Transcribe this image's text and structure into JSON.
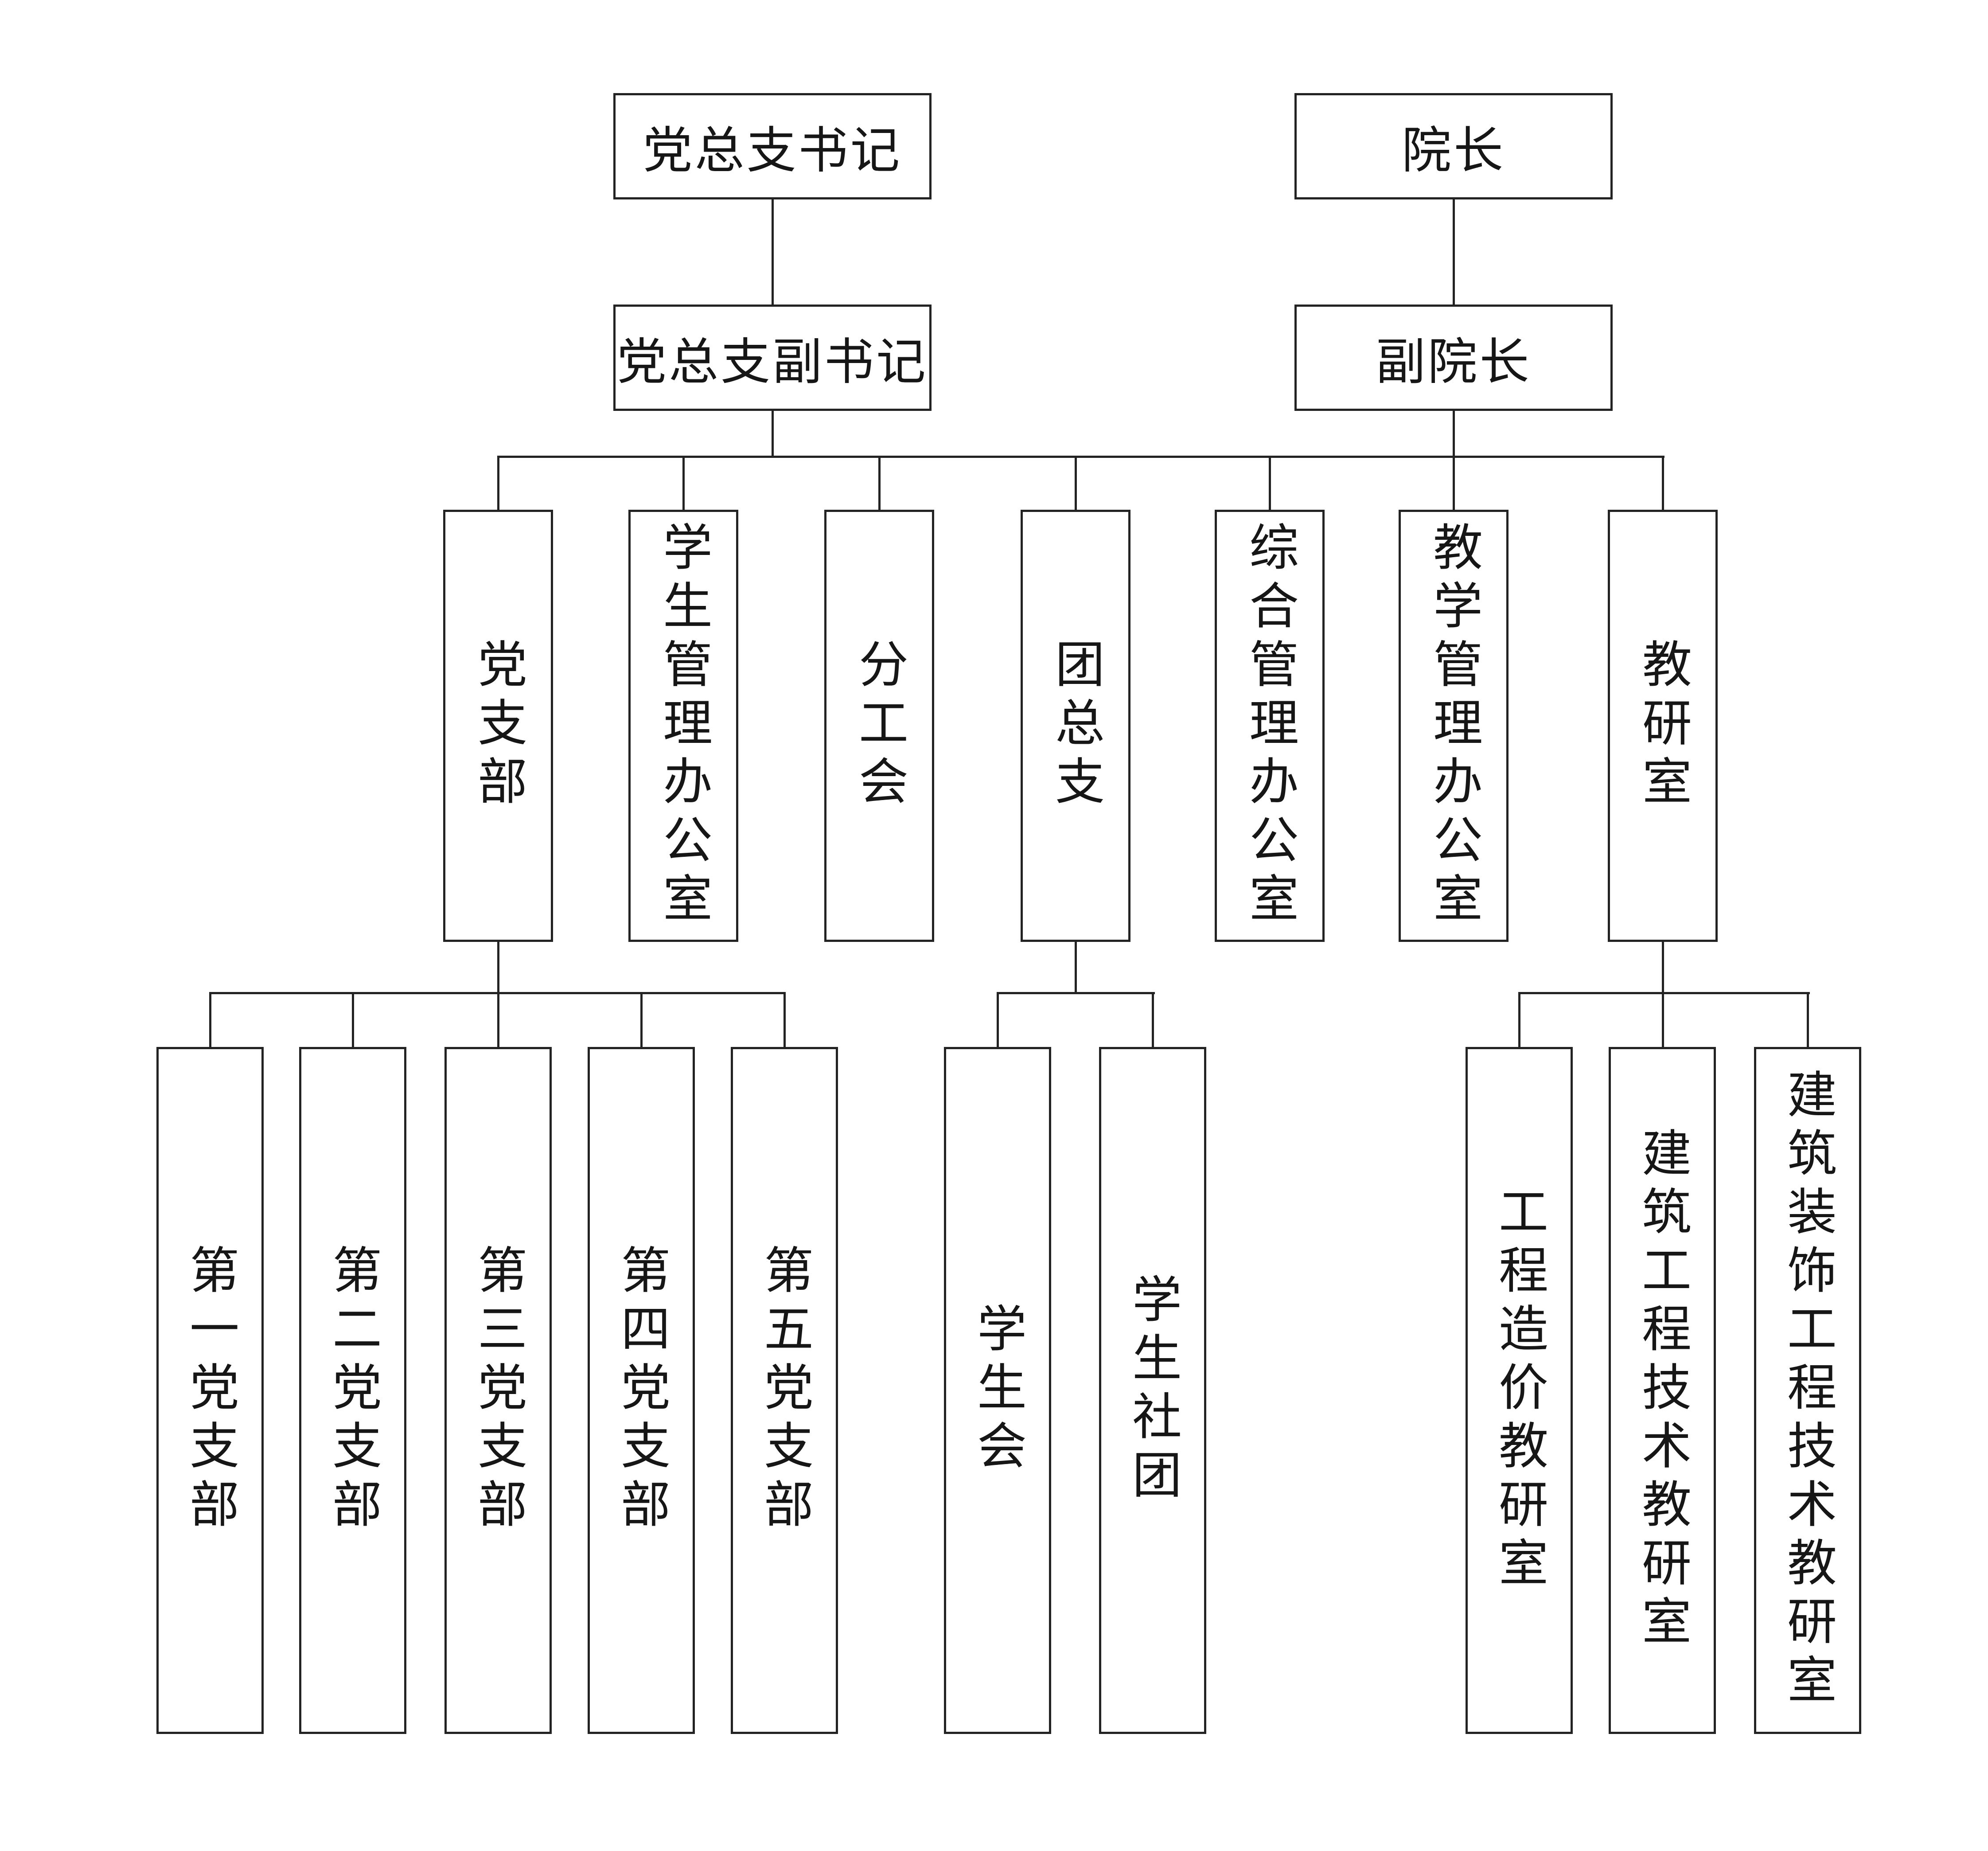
{
  "diagram": {
    "type": "org-chart",
    "background_color": "#ffffff",
    "line_color": "#232323",
    "text_color": "#161616"
  },
  "nodes": {
    "party_secretary": "党总支书记",
    "dean": "院长",
    "deputy_party_secretary": "党总支副书记",
    "vice_dean": "副院长",
    "party_branch": "党支部",
    "student_management_office": "学生管理办公室",
    "branch_trade_union": "分工会",
    "youth_league_general_branch": "团总支",
    "comprehensive_management_office": "综合管理办公室",
    "teaching_management_office": "教学管理办公室",
    "teaching_research_office": "教研室",
    "first_party_branch": "第一党支部",
    "second_party_branch": "第二党支部",
    "third_party_branch": "第三党支部",
    "fourth_party_branch": "第四党支部",
    "fifth_party_branch": "第五党支部",
    "student_union": "学生会",
    "student_societies": "学生社团",
    "engineering_cost_teaching_research_office": "工程造价教研室",
    "construction_engineering_technology_teaching_research_office": "建筑工程技术教研室",
    "building_decoration_engineering_technology_teaching_research_office": "建筑装饰工程技术教研室"
  },
  "edges": [
    {
      "parents": [
        "party_secretary"
      ],
      "children": [
        "deputy_party_secretary"
      ]
    },
    {
      "parents": [
        "dean"
      ],
      "children": [
        "vice_dean"
      ]
    },
    {
      "parents": [
        "deputy_party_secretary",
        "vice_dean"
      ],
      "children": [
        "party_branch",
        "student_management_office",
        "branch_trade_union",
        "youth_league_general_branch",
        "comprehensive_management_office",
        "teaching_management_office",
        "teaching_research_office"
      ]
    },
    {
      "parents": [
        "party_branch"
      ],
      "children": [
        "first_party_branch",
        "second_party_branch",
        "third_party_branch",
        "fourth_party_branch",
        "fifth_party_branch"
      ]
    },
    {
      "parents": [
        "youth_league_general_branch"
      ],
      "children": [
        "student_union",
        "student_societies"
      ]
    },
    {
      "parents": [
        "teaching_research_office"
      ],
      "children": [
        "engineering_cost_teaching_research_office",
        "construction_engineering_technology_teaching_research_office",
        "building_decoration_engineering_technology_teaching_research_office"
      ]
    }
  ]
}
